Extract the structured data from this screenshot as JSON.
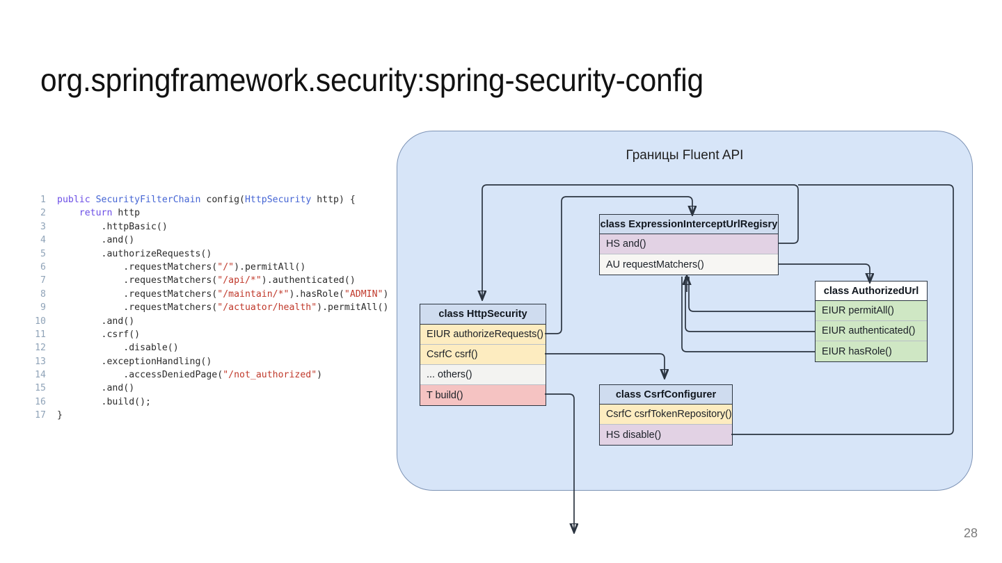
{
  "slide": {
    "title": "org.springframework.security:spring-security-config",
    "page_number": "28"
  },
  "code": {
    "language": "java",
    "lines": [
      {
        "n": "1",
        "tokens": [
          {
            "t": "kw",
            "v": "public"
          },
          {
            "t": "pln",
            "v": " "
          },
          {
            "t": "typ",
            "v": "SecurityFilterChain"
          },
          {
            "t": "pln",
            "v": " config("
          },
          {
            "t": "typ",
            "v": "HttpSecurity"
          },
          {
            "t": "pln",
            "v": " http) {"
          }
        ]
      },
      {
        "n": "2",
        "tokens": [
          {
            "t": "pln",
            "v": "    "
          },
          {
            "t": "kw",
            "v": "return"
          },
          {
            "t": "pln",
            "v": " http"
          }
        ]
      },
      {
        "n": "3",
        "tokens": [
          {
            "t": "pln",
            "v": "        .httpBasic()"
          }
        ]
      },
      {
        "n": "4",
        "tokens": [
          {
            "t": "pln",
            "v": "        .and()"
          }
        ]
      },
      {
        "n": "5",
        "tokens": [
          {
            "t": "pln",
            "v": "        .authorizeRequests()"
          }
        ]
      },
      {
        "n": "6",
        "tokens": [
          {
            "t": "pln",
            "v": "            .requestMatchers("
          },
          {
            "t": "str",
            "v": "\"/\""
          },
          {
            "t": "pln",
            "v": ").permitAll()"
          }
        ]
      },
      {
        "n": "7",
        "tokens": [
          {
            "t": "pln",
            "v": "            .requestMatchers("
          },
          {
            "t": "str",
            "v": "\"/api/*\""
          },
          {
            "t": "pln",
            "v": ").authenticated()"
          }
        ]
      },
      {
        "n": "8",
        "tokens": [
          {
            "t": "pln",
            "v": "            .requestMatchers("
          },
          {
            "t": "str",
            "v": "\"/maintain/*\""
          },
          {
            "t": "pln",
            "v": ").hasRole("
          },
          {
            "t": "str",
            "v": "\"ADMIN\""
          },
          {
            "t": "pln",
            "v": ")"
          }
        ]
      },
      {
        "n": "9",
        "tokens": [
          {
            "t": "pln",
            "v": "            .requestMatchers("
          },
          {
            "t": "str",
            "v": "\"/actuator/health\""
          },
          {
            "t": "pln",
            "v": ").permitAll()"
          }
        ]
      },
      {
        "n": "10",
        "tokens": [
          {
            "t": "pln",
            "v": "        .and()"
          }
        ]
      },
      {
        "n": "11",
        "tokens": [
          {
            "t": "pln",
            "v": "        .csrf()"
          }
        ]
      },
      {
        "n": "12",
        "tokens": [
          {
            "t": "pln",
            "v": "            .disable()"
          }
        ]
      },
      {
        "n": "13",
        "tokens": [
          {
            "t": "pln",
            "v": "        .exceptionHandling()"
          }
        ]
      },
      {
        "n": "14",
        "tokens": [
          {
            "t": "pln",
            "v": "            .accessDeniedPage("
          },
          {
            "t": "str",
            "v": "\"/not_authorized\""
          },
          {
            "t": "pln",
            "v": ")"
          }
        ]
      },
      {
        "n": "15",
        "tokens": [
          {
            "t": "pln",
            "v": "        .and()"
          }
        ]
      },
      {
        "n": "16",
        "tokens": [
          {
            "t": "pln",
            "v": "        .build();"
          }
        ]
      },
      {
        "n": "17",
        "tokens": [
          {
            "t": "pln",
            "v": "}"
          }
        ]
      }
    ]
  },
  "diagram": {
    "container_label": "Границы Fluent API",
    "container_color": "#d7e5f8",
    "boxes": {
      "http_security": {
        "header": "class HttpSecurity",
        "rows": [
          {
            "label": "EIUR authorizeRequests()",
            "color": "#fdecc0"
          },
          {
            "label": "CsrfC csrf()",
            "color": "#fdecc0"
          },
          {
            "label": "... others()",
            "color": "#f3f3f1"
          },
          {
            "label": "T build()",
            "color": "#f5c3c2"
          }
        ]
      },
      "expression_registry": {
        "header": "class ExpressionInterceptUrlRegisry",
        "rows": [
          {
            "label": "HS and()",
            "color": "#e2d2e4"
          },
          {
            "label": "AU requestMatchers()",
            "color": "#f7f6f3"
          }
        ]
      },
      "authorized_url": {
        "header": "class AuthorizedUrl",
        "rows": [
          {
            "label": "EIUR permitAll()",
            "color": "#cfe7c4"
          },
          {
            "label": "EIUR authenticated()",
            "color": "#cfe7c4"
          },
          {
            "label": "EIUR hasRole()",
            "color": "#cfe7c4"
          }
        ]
      },
      "csrf_configurer": {
        "header": "class CsrfConfigurer",
        "rows": [
          {
            "label": "CsrfC csrfTokenRepository()",
            "color": "#fdecc0"
          },
          {
            "label": "HS disable()",
            "color": "#e2d2e4"
          }
        ]
      }
    }
  }
}
